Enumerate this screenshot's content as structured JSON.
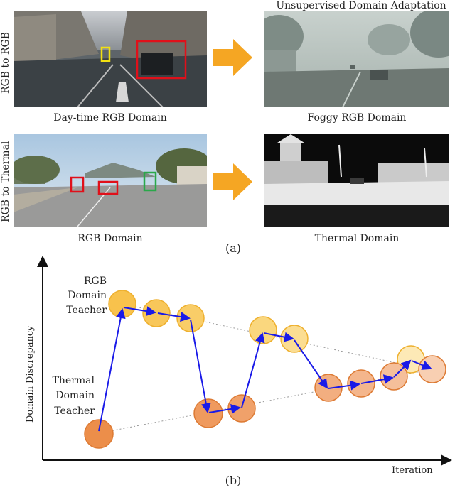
{
  "figure": {
    "panel_a": {
      "title": "Unsupervised Domain Adaptation",
      "row1_label": "RGB to RGB",
      "row2_label": "RGB to Thermal",
      "captions": {
        "rgb_day": "Day-time RGB Domain",
        "foggy": "Foggy RGB Domain",
        "rgb": "RGB Domain",
        "thermal": "Thermal Domain"
      },
      "sublabel": "(a)",
      "colors": {
        "arrow": "#f5a623",
        "box_red": "#e0101a",
        "box_yellow": "#f2e011",
        "box_green": "#2aa84a"
      }
    },
    "panel_b": {
      "ylabel": "Domain Discrepancy",
      "xlabel": "Iteration",
      "rgb_teacher": [
        "RGB",
        "Domain",
        "Teacher"
      ],
      "thermal_teacher": [
        "Thermal",
        "Domain",
        "Teacher"
      ],
      "sublabel": "(b)",
      "colors": {
        "rgb_teacher": "#f7c04a",
        "thermal_teacher": "#eb8f4d",
        "path": "#1a1ae8"
      }
    }
  }
}
